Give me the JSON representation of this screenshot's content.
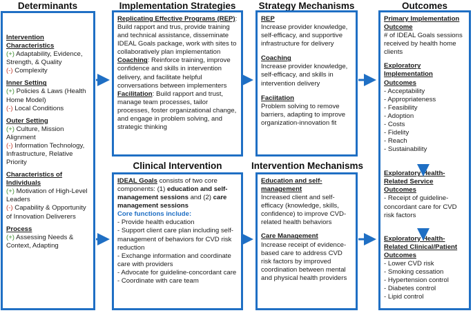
{
  "headers": {
    "determinants": "Determinants",
    "strategies": "Implementation Strategies",
    "mechanisms": "Strategy Mechanisms",
    "outcomes": "Outcomes",
    "clinical": "Clinical Intervention",
    "intervention_mechanisms": "Intervention Mechanisms"
  },
  "determinants": {
    "intervention": {
      "title": "Intervention Characteristics",
      "items": [
        {
          "sign": "(+)",
          "text": "Adaptability, Evidence, Strength, & Quality"
        },
        {
          "sign": "(-)",
          "text": "Complexity"
        }
      ]
    },
    "inner": {
      "title": "Inner Setting",
      "items": [
        {
          "sign": "(+)",
          "text": "Policies & Laws (Health Home Model)"
        },
        {
          "sign": "(-)",
          "text": "Local Conditions"
        }
      ]
    },
    "outer": {
      "title": "Outer Setting",
      "items": [
        {
          "sign": "(+)",
          "text": "Culture, Mission Alignment"
        },
        {
          "sign": "(-)",
          "text": "Information Technology, Infrastructure, Relative Priority"
        }
      ]
    },
    "individuals": {
      "title": "Characteristics of Individuals",
      "items": [
        {
          "sign": "(+)",
          "text": "Motivation of High-Level Leaders"
        },
        {
          "sign": "(-)",
          "text": "Capability & Opportunity of Innovation Deliverers"
        }
      ]
    },
    "process": {
      "title": "Process",
      "items": [
        {
          "sign": "(+)",
          "text": "Assessing Needs & Context, Adapting"
        }
      ]
    }
  },
  "strategies": {
    "rep_title": "Replicating Effective Programs (REP)",
    "rep_text": ": Build rapport and trus, provide training and technical assistance, disseminate IDEAL Goals package, work with sites to collaboratively plan implementation",
    "coaching_title": "Coaching",
    "coaching_text": ": Reinforce training, improve confidence and skills in intervention delivery, and facilitate helpful conversations between implementers",
    "facilitation_title": "Facilitation",
    "facilitation_text": ": Build rapport and trust, manage team processes, tailor processes, foster organizational change, and engage in problem solving, and strategic thinking"
  },
  "strategy_mechanisms": {
    "rep_title": "REP",
    "rep_text": "Increase provider knowledge, self-efficacy, and supportive infrastructure for delivery",
    "coaching_title": "Coaching",
    "coaching_text": "Increase provider knowledge, self-efficacy, and skills in intervention delivery",
    "facilitation_title": "Faciitation",
    "facilitation_text": "Problem solving to remove barriers, adapting to improve organization-innovation fit"
  },
  "clinical": {
    "title": "IDEAL Goals",
    "intro": " consists of two core components: (1) ",
    "component1": "education and self-management sessions",
    "and": " and (2) ",
    "component2": "care management sessions",
    "core_label": "Core functions include:",
    "functions": [
      "- Provide health education",
      "- Support client care plan including self-management of behaviors for CVD risk reduction",
      "- Exchange information and coordinate care with providers",
      "- Advocate for guideline-concordant care",
      "- Coordinate with care team"
    ]
  },
  "intervention_mechanisms": {
    "edu_title": "Education and self-management",
    "edu_text": "Increased client and self-efficacy (knowledge, skills, confidence) to improve CVD-related health behaviors",
    "care_title": "Care Management",
    "care_text": "Increase receipt of evidence-based care to address CVD risk factors by improved coordination between mental and physical health providers"
  },
  "outcomes": {
    "primary_title": "Primary Implementation Outcome",
    "primary_text": "# of IDEAL Goals sessions received by health home clients",
    "exploratory_title": "Exploratory Implementation Outcomes",
    "exploratory_items": [
      "- Acceptability",
      "- Appropriateness",
      "- Feasibility",
      "- Adoption",
      "- Costs",
      "- Fidelity",
      "- Reach",
      "- Sustainability"
    ],
    "service_title": "Exploratory Health-Related Service Outcomes",
    "service_text": "- Receipt of guideline-concordant care for CVD risk factors",
    "clinical_title": "Exploratory Health-Related Clinical/Patient Outcomes",
    "clinical_items": [
      "- Lower CVD risk",
      "- Smoking cessation",
      "- Hypertension control",
      "- Diabetes control",
      "- Lipid control"
    ]
  },
  "colors": {
    "border": "#1f6fc4",
    "positive": "#3c8a2e",
    "negative": "#c0392b"
  }
}
